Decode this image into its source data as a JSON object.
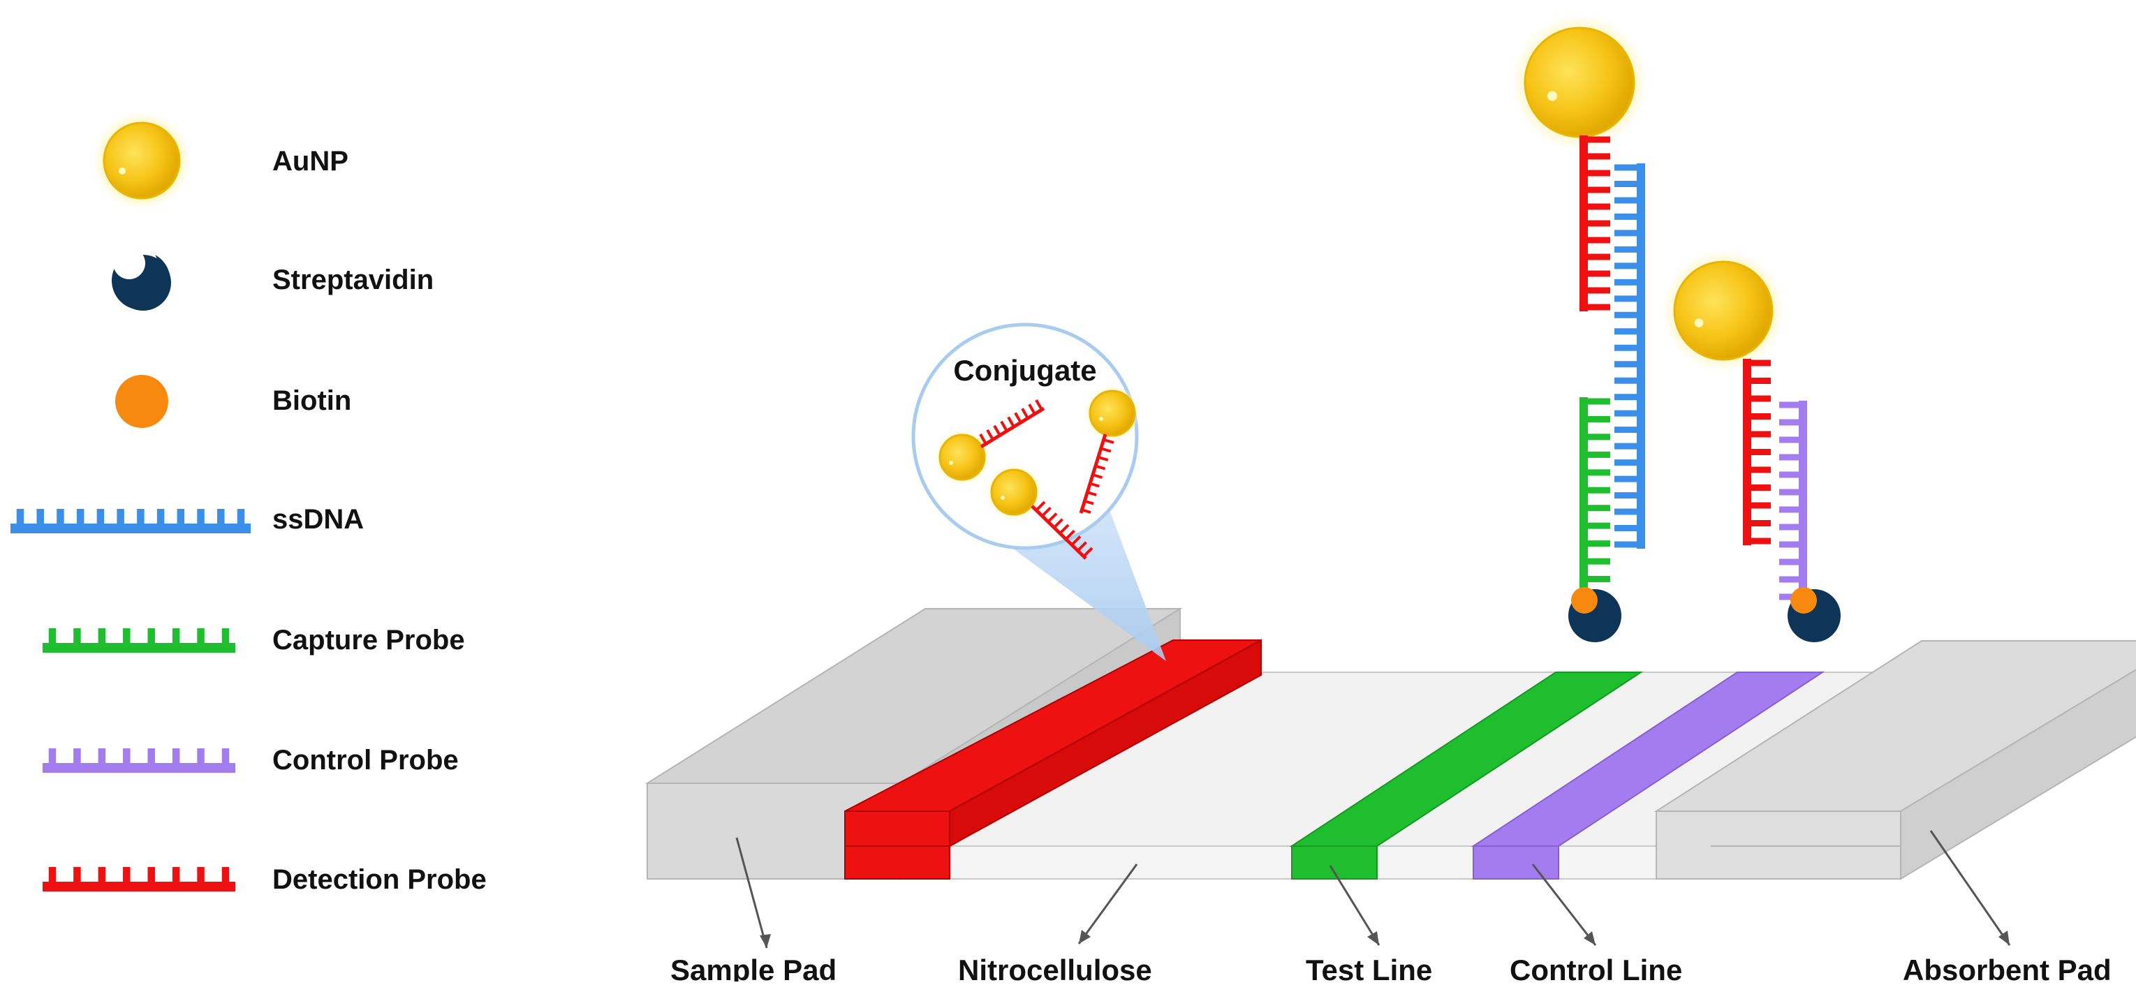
{
  "legend": {
    "aunp": "AuNP",
    "streptavidin": "Streptavidin",
    "biotin": "Biotin",
    "ssdna": "ssDNA",
    "capture_probe": "Capture Probe",
    "control_probe": "Control Probe",
    "detection_probe": "Detection Probe"
  },
  "bubble": {
    "title": "Conjugate"
  },
  "parts": {
    "sample_pad": "Sample Pad",
    "nitrocellulose": "Nitrocellulose",
    "test_line": "Test Line",
    "control_line": "Control Line",
    "absorbent_pad": "Absorbent Pad"
  },
  "colors": {
    "gold": "#f7c518",
    "streptavidin": "#0e3458",
    "biotin": "#f7890f",
    "ssdna": "#3b8fe8",
    "capture_probe": "#1fbe2e",
    "control_probe": "#a37cf0",
    "detection_probe": "#ee1111",
    "pad_gray": "#d3d3d3",
    "membrane": "#f0f0f0"
  }
}
